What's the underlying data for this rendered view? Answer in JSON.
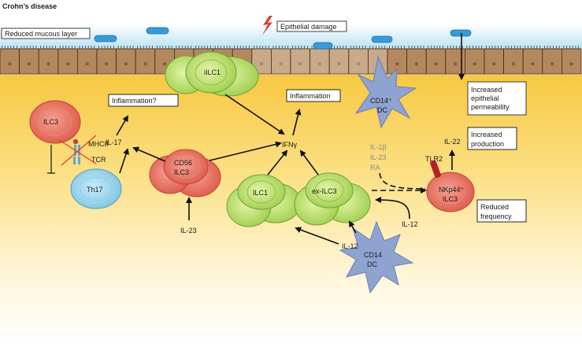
{
  "title": "Crohn’s disease",
  "boxes": {
    "mucous": "Reduced mucous layer",
    "damage": "Epithelial damage",
    "inflam_q": "Inflammation?",
    "inflam": "Inflammation",
    "perm_1": "Increased",
    "perm_2": "epithelial",
    "perm_3": "permeability",
    "prod_1": "Increased",
    "prod_2": "production",
    "freq_1": "Reduced",
    "freq_2": "frequency"
  },
  "cells": {
    "ilc3": "ILC3",
    "th17": "Th17",
    "iilc1": "iILC1",
    "cd56_1": "CD56",
    "cd56_2": "ILC3",
    "ilc1": "ILC1",
    "exilc3": "ex-ILC3",
    "nkp44_1": "NKp44⁺",
    "nkp44_2": "ILC3",
    "dc_top_1": "CD14⁺",
    "dc_top_2": "DC",
    "dc_bottom_1": "CD14",
    "dc_bottom_2": "DC"
  },
  "labels": {
    "mhcii": "MHCII",
    "tcr": "TCR",
    "il17": "IL-17",
    "ifng": "IFNγ",
    "il23_left": "IL-23",
    "il1b": "IL-1β",
    "il23_dc": "IL-23",
    "ra": "RA",
    "tlr2": "TLR2",
    "il22": "IL-22",
    "il12_right": "IL-12",
    "il12_bottom": "IL-12"
  }
}
